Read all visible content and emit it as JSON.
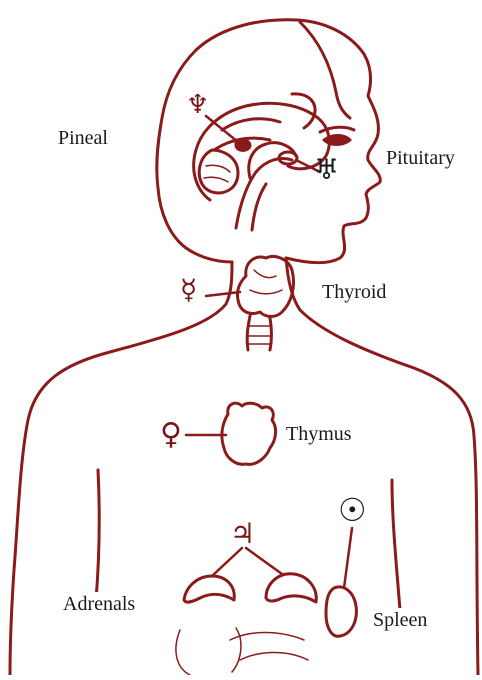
{
  "labels": {
    "pineal": "Pineal",
    "pituitary": "Pituitary",
    "thyroid": "Thyroid",
    "thymus": "Thymus",
    "adrenals": "Adrenals",
    "spleen": "Spleen"
  },
  "symbols": {
    "neptune": "♆",
    "uranus": "♅",
    "mercury": "☿",
    "venus": "♀",
    "jupiter": "♃",
    "sun": "☉"
  },
  "colors": {
    "line": "#8b1a1a",
    "text": "#1a1a1a",
    "background": "#ffffff"
  }
}
